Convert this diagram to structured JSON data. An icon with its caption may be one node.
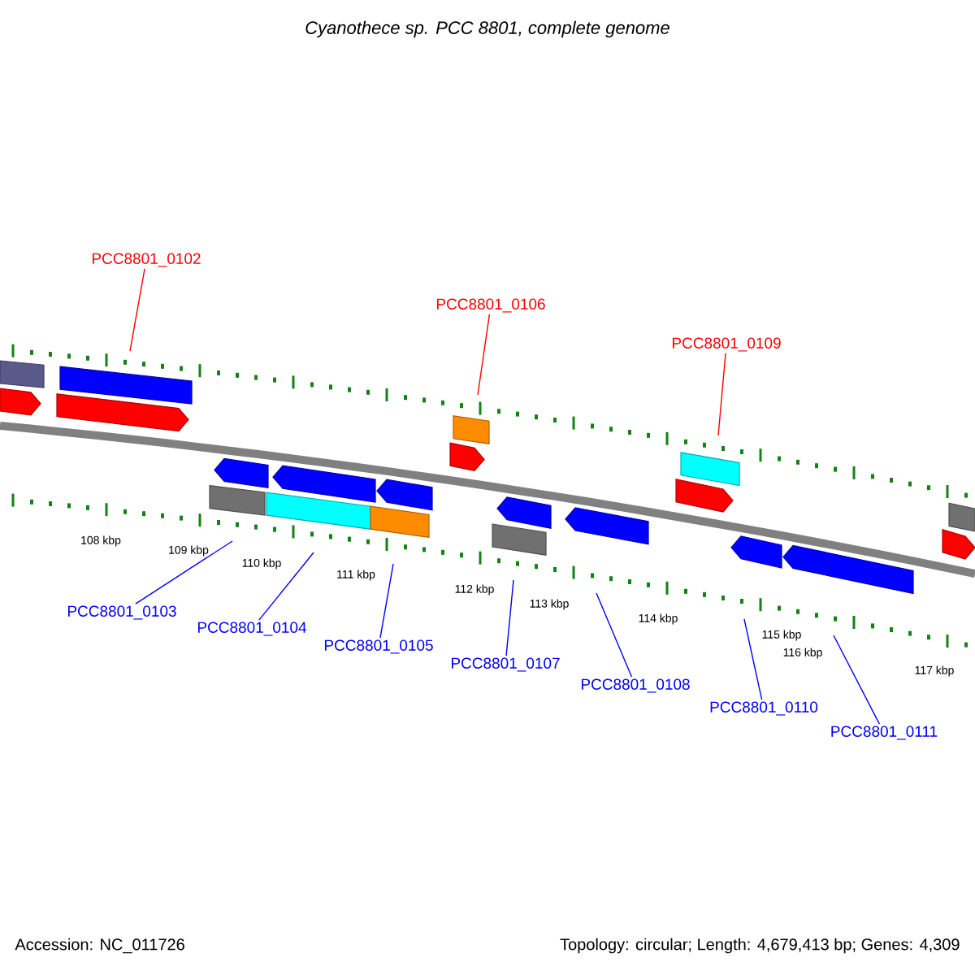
{
  "diagram": {
    "title": "Cyanothece sp. PCC 8801, complete genome",
    "nodes": [
      {
        "text": [
          "PCC8801_0102"
        ]
      },
      {
        "text": [
          "PCC8801_0106"
        ]
      },
      {
        "text": [
          "PCC8801_0109"
        ]
      },
      {
        "text": [
          "PCC8801_0103"
        ]
      },
      {
        "text": [
          "PCC8801_0104"
        ]
      },
      {
        "text": [
          "PCC8801_0105"
        ]
      },
      {
        "text": [
          "PCC8801_0107"
        ]
      },
      {
        "text": [
          "PCC8801_0108"
        ]
      },
      {
        "text": [
          "PCC8801_0110"
        ]
      },
      {
        "text": [
          "PCC8801_0111"
        ]
      }
    ],
    "edges": [
      {
        "from": 0,
        "to": null,
        "arrow": "none",
        "color": "#ff0000"
      },
      {
        "from": 1,
        "to": null,
        "arrow": "none",
        "color": "#ff0000"
      },
      {
        "from": 2,
        "to": null,
        "arrow": "none",
        "color": "#ff0000"
      },
      {
        "from": 3,
        "to": null,
        "arrow": "none"
      },
      {
        "from": 4,
        "to": null,
        "arrow": "none"
      },
      {
        "from": 5,
        "to": null,
        "arrow": "none"
      },
      {
        "from": 6,
        "to": null,
        "arrow": "none"
      },
      {
        "from": 7,
        "to": null,
        "arrow": "none"
      },
      {
        "from": 8,
        "to": null,
        "arrow": "none"
      },
      {
        "from": 9,
        "to": null,
        "arrow": "none"
      }
    ],
    "labels": [
      "108 kbp",
      "109 kbp",
      "110 kbp",
      "111 kbp",
      "112 kbp",
      "113 kbp",
      "114 kbp",
      "115 kbp",
      "116 kbp",
      "117 kbp",
      "Accession: NC_011726",
      "Topology: circular; Length: 4,679,413 bp; Genes: 4,309"
    ]
  }
}
